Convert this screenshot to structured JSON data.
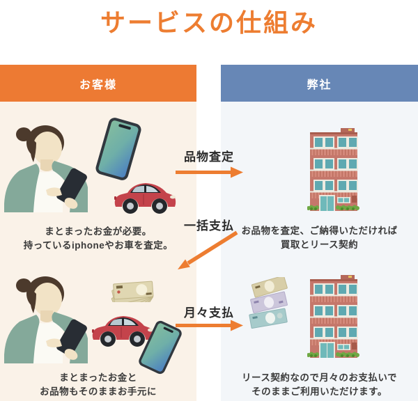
{
  "title": "サービスの仕組み",
  "colors": {
    "accent_orange": "#ED7D31",
    "arrow_orange": "#ED7D31",
    "customer_header_bg": "#ED7A33",
    "company_header_bg": "#6787B6",
    "customer_panel_bg": "#FAF2E8",
    "company_panel_bg": "#F3F6F9",
    "header_text": "#FFFFFF",
    "body_text": "#3A3A3A",
    "flow_label_text": "#2B2B2B"
  },
  "columns": {
    "customer": {
      "header": "お客様",
      "caption_top": [
        "まとまったお金が必要。",
        "持っているiphoneやお車を査定。"
      ],
      "caption_bottom": [
        "まとまったお金と",
        "お品物もそのままお手元に"
      ]
    },
    "company": {
      "header": "弊社",
      "caption_top": [
        "お品物を査定、ご納得いただければ",
        "買取とリース契約"
      ],
      "caption_bottom": [
        "リース契約なので月々のお支払いで",
        "そのままご利用いただけます。"
      ]
    }
  },
  "flows": [
    {
      "label": "品物査定",
      "direction": "right"
    },
    {
      "label": "一括支払",
      "direction": "down-left"
    },
    {
      "label": "月々支払",
      "direction": "right"
    }
  ],
  "icons": {
    "customer_person": "person-with-smartphone-icon",
    "smartphone": "smartphone-icon",
    "car": "car-icon",
    "building": "company-building-icon",
    "money_fan": "money-fan-icon",
    "yen_bills": "yen-bills-icon",
    "arrow_right": "arrow-right-icon",
    "arrow_down_left": "arrow-down-left-icon"
  }
}
